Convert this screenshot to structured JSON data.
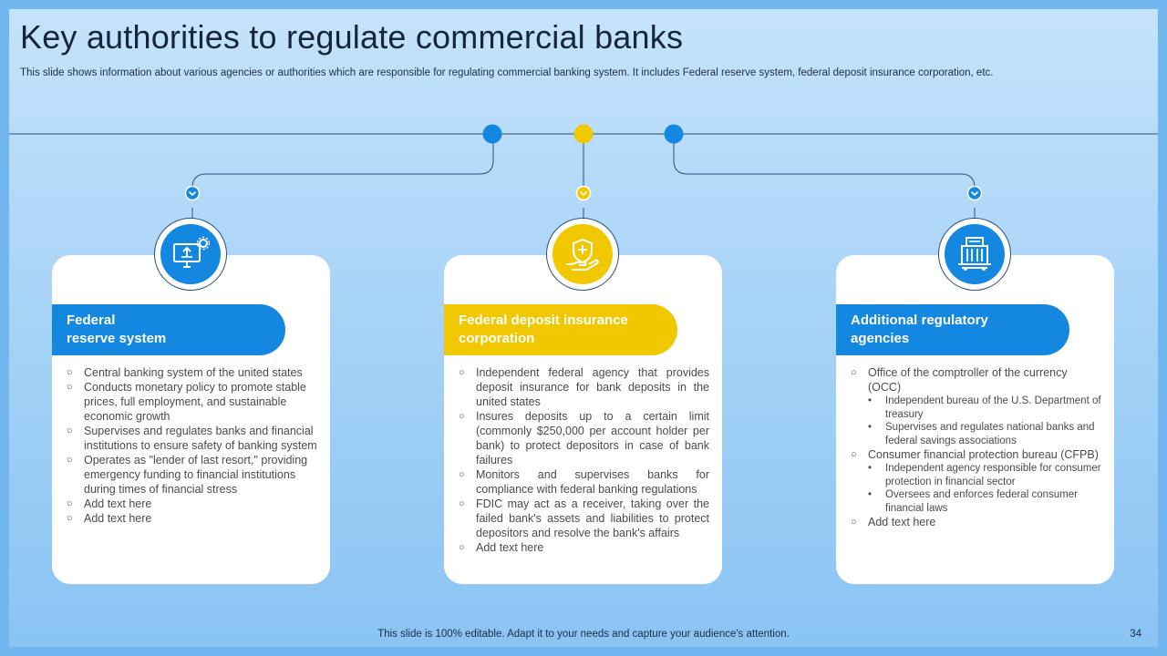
{
  "title": "Key authorities to regulate commercial banks",
  "subtitle": "This slide shows information about various agencies or authorities which are responsible for regulating commercial banking system. It includes Federal reserve system, federal deposit insurance corporation, etc.",
  "colors": {
    "blue": "#1487e0",
    "yellow": "#f1c800",
    "background": "#a9d4f7"
  },
  "cards": [
    {
      "icon": "monitor-upload-gear-icon",
      "header_line1": "Federal",
      "header_line2": "reserve system",
      "items": [
        "Central banking system of the united states",
        "Conducts monetary policy to promote stable prices, full employment, and sustainable economic growth",
        "Supervises and regulates banks and financial institutions to ensure safety of banking system",
        "Operates as \"lender of last resort,\" providing emergency funding to financial institutions during times of financial stress",
        "Add text here",
        "Add text here"
      ]
    },
    {
      "icon": "hand-shield-icon",
      "header_line1": "Federal deposit insurance",
      "header_line2": "corporation",
      "items": [
        "Independent federal agency that provides deposit insurance for bank deposits in the united states",
        "Insures deposits up to a certain limit (commonly $250,000 per account holder per bank) to protect depositors in case of bank failures",
        "Monitors and supervises banks for compliance with federal banking regulations",
        "FDIC may act as a receiver, taking over the failed bank's assets and liabilities to protect depositors and resolve the bank's affairs",
        "Add text here"
      ]
    },
    {
      "icon": "bank-building-icon",
      "header_line1": "Additional regulatory",
      "header_line2": "agencies",
      "item1": "Office of the comptroller of the currency (OCC)",
      "item1_sub": [
        "Independent bureau of the U.S. Department of treasury",
        "Supervises and regulates national banks and federal savings associations"
      ],
      "item2": "Consumer financial protection bureau (CFPB)",
      "item2_sub": [
        "Independent agency responsible for consumer protection in financial sector",
        "Oversees and enforces federal consumer financial laws"
      ],
      "item3": "Add text here"
    }
  ],
  "footer": "This slide is 100% editable. Adapt it to your needs and capture your audience's attention.",
  "page_number": "34"
}
